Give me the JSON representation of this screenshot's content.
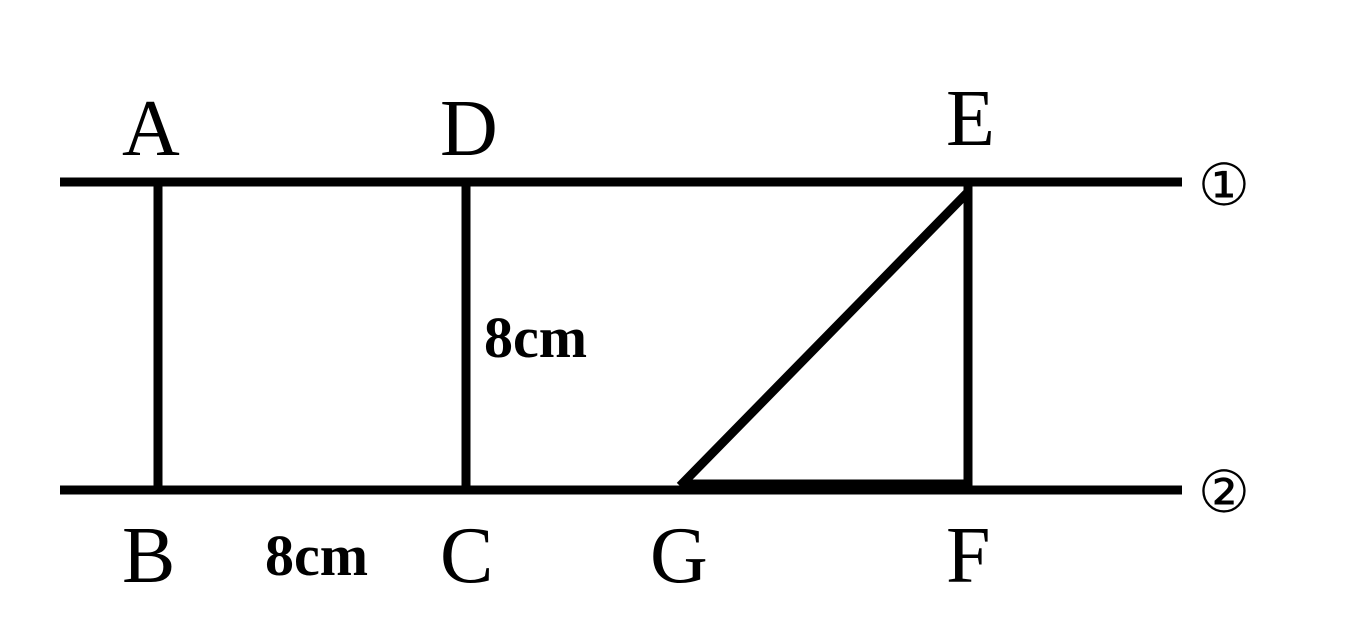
{
  "points": {
    "A": "A",
    "B": "B",
    "C": "C",
    "D": "D",
    "E": "E",
    "F": "F",
    "G": "G"
  },
  "measurements": {
    "side_dc": "8cm",
    "side_bc": "8cm"
  },
  "lines": {
    "line_1": "①",
    "line_2": "②"
  },
  "colors": {
    "stroke": "#000000",
    "background": "#ffffff"
  }
}
